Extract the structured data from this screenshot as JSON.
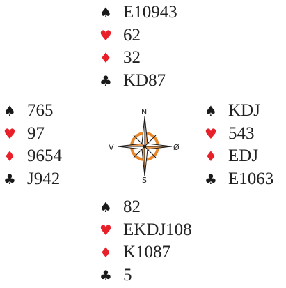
{
  "suits": {
    "spade": {
      "glyph": "♠",
      "color": "#1a1a1a"
    },
    "heart": {
      "glyph": "♥",
      "color": "#e8202a"
    },
    "diamond": {
      "glyph": "♦",
      "color": "#e8202a"
    },
    "club": {
      "glyph": "♣",
      "color": "#1a1a1a"
    }
  },
  "hands": {
    "north": {
      "spades": "E10943",
      "hearts": "62",
      "diamonds": "32",
      "clubs": "KD87"
    },
    "west": {
      "spades": "765",
      "hearts": "97",
      "diamonds": "9654",
      "clubs": "J942"
    },
    "east": {
      "spades": "KDJ",
      "hearts": "543",
      "diamonds": "EDJ",
      "clubs": "E1063"
    },
    "south": {
      "spades": "82",
      "hearts": "EKDJ108",
      "diamonds": "K1087",
      "clubs": "5"
    }
  },
  "compass": {
    "north": "N",
    "west": "V",
    "east": "Ø",
    "south": "S",
    "ring_color": "#e8862a",
    "star_color": "#e89a55"
  }
}
